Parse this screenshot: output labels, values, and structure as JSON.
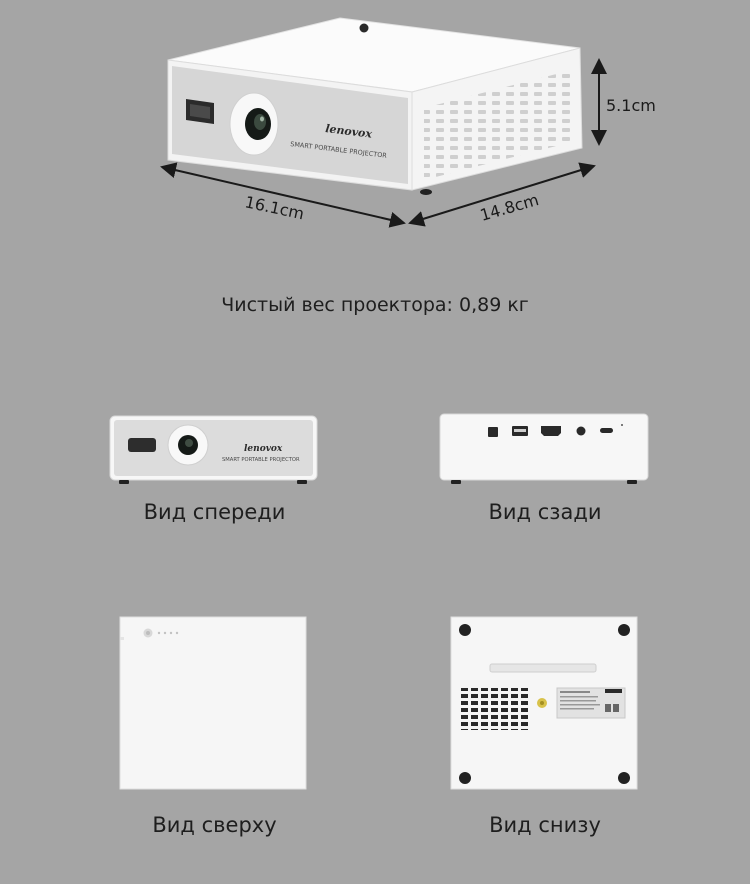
{
  "dimensions": {
    "height_label": "5.1cm",
    "width_label": "16.1cm",
    "depth_label": "14.8cm"
  },
  "brand": {
    "logo_text": "lenovox",
    "tagline": "SMART PORTABLE PROJECTOR"
  },
  "weight_text": "Чистый вес проектора: 0,89 кг",
  "views": {
    "front": "Вид спереди",
    "rear": "Вид сзади",
    "top": "Вид сверху",
    "bottom": "Вид снизу"
  },
  "colors": {
    "background": "#a5a5a5",
    "body_white": "#f7f7f7",
    "front_panel": "#d5d5d5",
    "text": "#1e1e1e"
  }
}
